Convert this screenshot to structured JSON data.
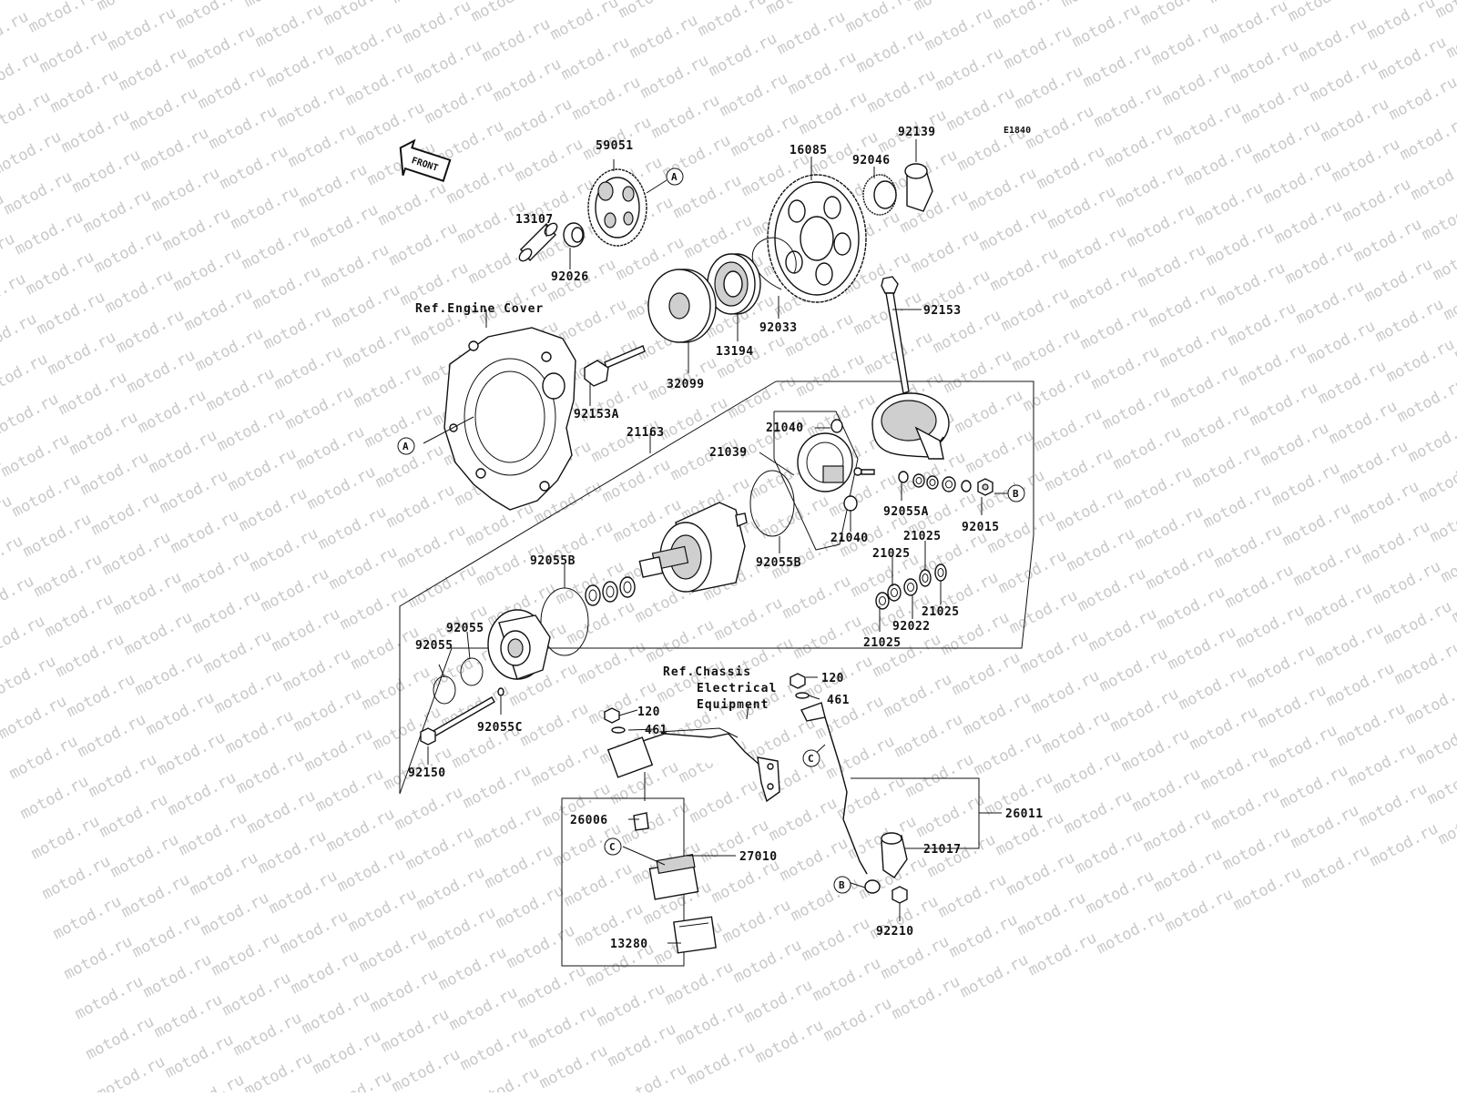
{
  "diagram": {
    "code": "E1840",
    "front_label": "FRONT",
    "watermark": "motod.ru",
    "refs": {
      "engine_cover": "Ref.Engine Cover",
      "chassis_1": "Ref.Chassis",
      "chassis_2": "Electrical",
      "chassis_3": "Equipment"
    },
    "callouts": {
      "A": "A",
      "B": "B",
      "C": "C"
    },
    "parts": {
      "p59051": "59051",
      "p13107": "13107",
      "p92026": "92026",
      "p16085": "16085",
      "p92046": "92046",
      "p92139": "92139",
      "p92153": "92153",
      "p92033": "92033",
      "p13194": "13194",
      "p32099": "32099",
      "p92153A": "92153A",
      "p21163": "21163",
      "p21040a": "21040",
      "p21039": "21039",
      "p21040b": "21040",
      "p92055A": "92055A",
      "p92015": "92015",
      "p21025a": "21025",
      "p21025b": "21025",
      "p21025c": "21025",
      "p21025d": "21025",
      "p92022": "92022",
      "p92055B_l": "92055B",
      "p92055B_r": "92055B",
      "p92055_a": "92055",
      "p92055_b": "92055",
      "p92055C": "92055C",
      "p92150": "92150",
      "p120a": "120",
      "p461a": "461",
      "p120b": "120",
      "p461b": "461",
      "p26006": "26006",
      "p27010": "27010",
      "p13280": "13280",
      "p26011": "26011",
      "p21017": "21017",
      "p92210": "92210"
    }
  }
}
